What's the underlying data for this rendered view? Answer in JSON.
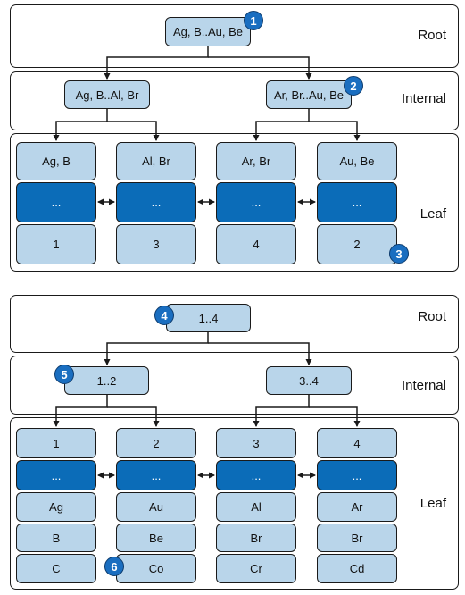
{
  "diagrams": [
    {
      "levels": [
        "Root",
        "Internal",
        "Leaf"
      ],
      "root": "Ag, B..Au, Be",
      "internal": [
        "Ag, B..Al, Br",
        "Ar, Br..Au, Be"
      ],
      "leaf_keys": [
        "Ag, B",
        "Al, Br",
        "Ar, Br",
        "Au, Be"
      ],
      "leaf_middle": [
        "...",
        "...",
        "...",
        "..."
      ],
      "leaf_values": [
        "1",
        "3",
        "4",
        "2"
      ],
      "badges": [
        "1",
        "2",
        "3"
      ]
    },
    {
      "levels": [
        "Root",
        "Internal",
        "Leaf"
      ],
      "root": "1..4",
      "internal": [
        "1..2",
        "3..4"
      ],
      "leaf_keys": [
        "1",
        "2",
        "3",
        "4"
      ],
      "leaf_middle": [
        "...",
        "...",
        "...",
        "..."
      ],
      "leaf_rows": [
        [
          "Ag",
          "Au",
          "Al",
          "Ar"
        ],
        [
          "B",
          "Be",
          "Br",
          "Br"
        ],
        [
          "C",
          "Co",
          "Cr",
          "Cd"
        ]
      ],
      "badges": [
        "4",
        "5",
        "6"
      ]
    }
  ],
  "colors": {
    "light": "#b9d5ea",
    "dark": "#0b6cb8",
    "badge": "#1a6ec0",
    "stroke": "#1a1a1a"
  }
}
